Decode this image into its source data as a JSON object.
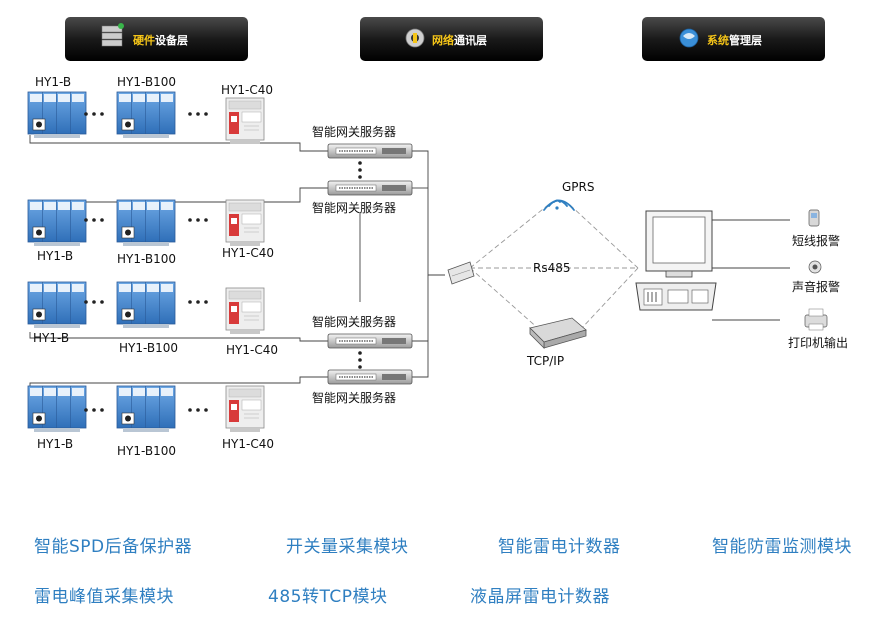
{
  "headers": {
    "hardware_a": "硬件",
    "hardware_b": "设备层",
    "network_a": "网络",
    "network_b": "通讯层",
    "system_a": "系统",
    "system_b": "管理层"
  },
  "devices": {
    "row1": [
      "HY1-B",
      "HY1-B100",
      "HY1-C40"
    ],
    "row2": [
      "HY1-B",
      "HY1-B100",
      "HY1-C40"
    ],
    "row3": [
      "HY1-B",
      "HY1-B100",
      "HY1-C40"
    ],
    "row4": [
      "HY1-B",
      "HY1-B100",
      "HY1-C40"
    ]
  },
  "gateways": [
    "智能网关服务器",
    "智能网关服务器",
    "智能网关服务器",
    "智能网关服务器"
  ],
  "network": {
    "gprs": "GPRS",
    "rs485": "Rs485",
    "tcpip": "TCP/IP"
  },
  "outputs": [
    "短线报警",
    "声音报警",
    "打印机输出"
  ],
  "categories": {
    "row1": [
      "智能SPD后备保护器",
      "开关量采集模块",
      "智能雷电计数器",
      "智能防雷监测模块"
    ],
    "row2": [
      "雷电峰值采集模块",
      "485转TCP模块",
      "液晶屏雷电计数器"
    ]
  },
  "colors": {
    "accent": "#2f7fc1",
    "module_blue": "#4a8fd6",
    "counter_red": "#d83a3a",
    "header_bg": "#1c1c1c"
  }
}
